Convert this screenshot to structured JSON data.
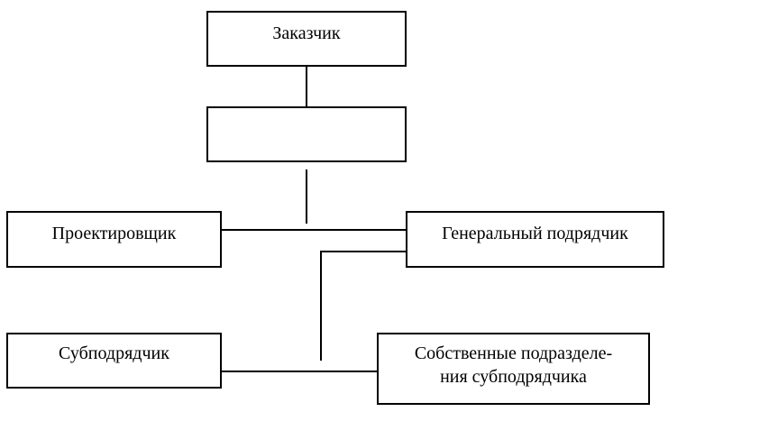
{
  "diagram": {
    "nodes": {
      "customer": "Заказчик",
      "blank": "",
      "designer": "Проектировщик",
      "general_contractor": "Генеральный подрядчик",
      "subcontractor": "Субподрядчик",
      "own_divisions": "Собственные подразделе-\nния субподрядчика"
    }
  }
}
